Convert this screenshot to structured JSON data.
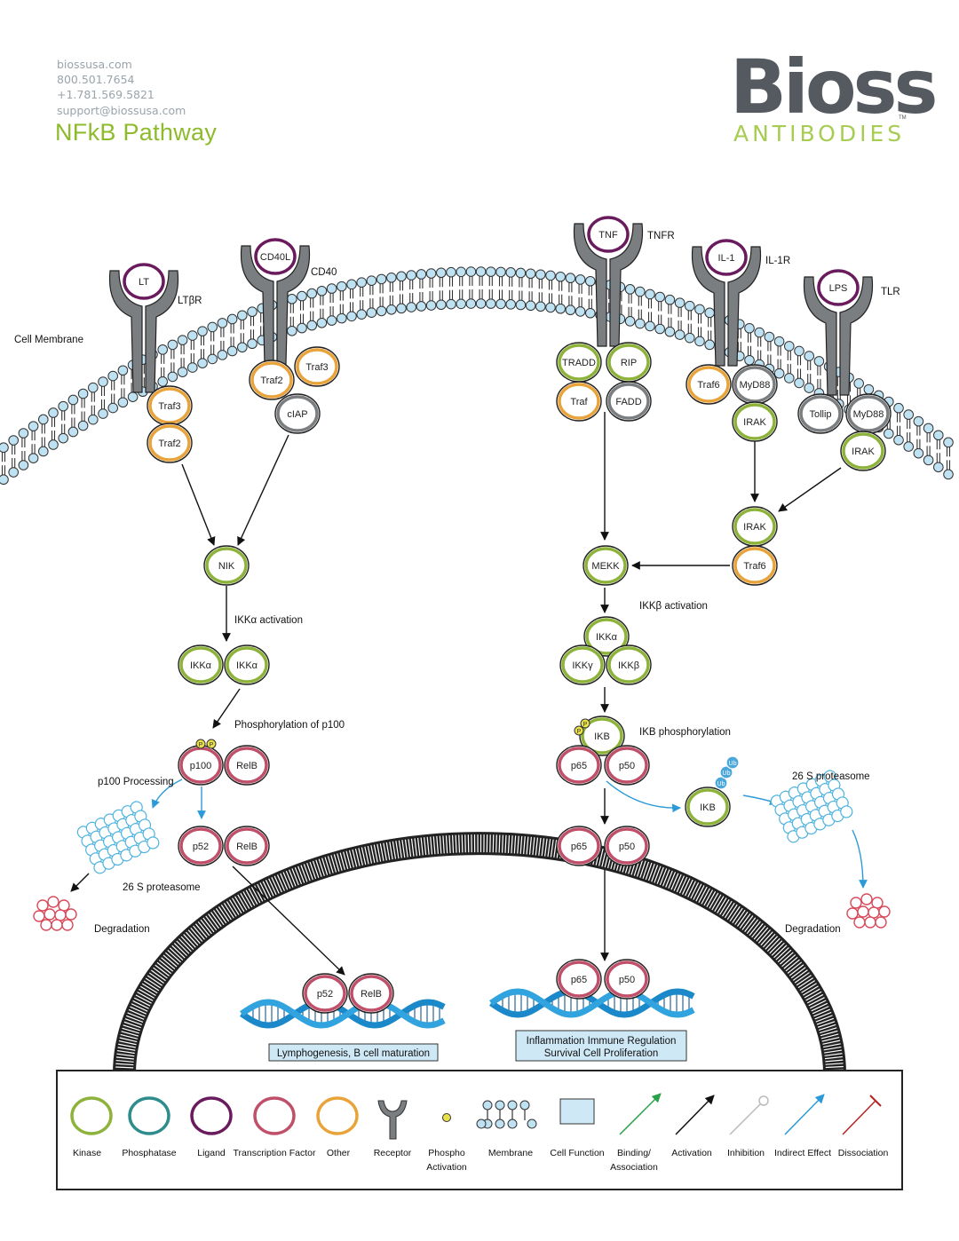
{
  "header": {
    "website": "biossusa.com",
    "phone1": "800.501.7654",
    "phone2": "+1.781.569.5821",
    "email": "support@biossusa.com",
    "title": "NFkB Pathway",
    "logo_main": "Bioss",
    "logo_sub": "ANTIBODIES",
    "logo_tm": "TM"
  },
  "colors": {
    "kinase": "#8db33a",
    "phosphatase": "#2e8c8c",
    "ligand": "#6a1b5e",
    "transcription_factor": "#c0506a",
    "other": "#e8a33a",
    "receptor": "#7b7e80",
    "membrane": "#bfe2f3",
    "activation": "#111111",
    "indirect": "#2b9ad8",
    "inhibition": "#bbbbbb",
    "binding": "#2aa24a",
    "dissociation": "#b32424"
  },
  "nodes": {
    "lt": "LT",
    "ltbr": "LTβR",
    "cd40l": "CD40L",
    "cd40": "CD40",
    "tnf": "TNF",
    "tnfr": "TNFR",
    "il1": "IL-1",
    "il1r": "IL-1R",
    "lps": "LPS",
    "tlr": "TLR",
    "traf3_a": "Traf3",
    "traf2_a": "Traf2",
    "traf2_b": "Traf2",
    "traf3_b": "Traf3",
    "ciap": "cIAP",
    "tradd": "TRADD",
    "rip": "RIP",
    "traf": "Traf",
    "fadd": "FADD",
    "traf6_a": "Traf6",
    "myd88_a": "MyD88",
    "irak_a": "IRAK",
    "tollip": "Tollip",
    "myd88_b": "MyD88",
    "irak_b": "IRAK",
    "irak_c": "IRAK",
    "traf6_c": "Traf6",
    "nik": "NIK",
    "mekk": "MEKK",
    "ikka_1": "IKKα",
    "ikka_2": "IKKα",
    "ikka_3": "IKKα",
    "ikkg": "IKKγ",
    "ikkb": "IKKβ",
    "p100": "p100",
    "relb_1": "RelB",
    "p52_1": "p52",
    "relb_2": "RelB",
    "p52_2": "p52",
    "relb_3": "RelB",
    "ikb_1": "IKB",
    "p65_1": "p65",
    "p50_1": "p50",
    "ikb_2": "IKB",
    "p65_2": "p65",
    "p50_2": "p50",
    "p65_3": "p65",
    "p50_3": "p50",
    "phospho": "P",
    "ub": "Ub"
  },
  "labels": {
    "cell_membrane": "Cell Membrane",
    "ikka_activation": "IKKα activation",
    "ikkb_activation": "IKKβ activation",
    "phos_p100": "Phosphorylation of p100",
    "p100_processing": "p100 Processing",
    "proteasome_left": "26 S proteasome",
    "proteasome_right": "26 S proteasome",
    "degradation_left": "Degradation",
    "degradation_right": "Degradation",
    "ikb_phos": "IKB phosphorylation",
    "func_left": "Lymphogenesis, B cell maturation",
    "func_right_1": "Inflammation Immune Regulation",
    "func_right_2": "Survival Cell Proliferation"
  },
  "legend": {
    "kinase": "Kinase",
    "phosphatase": "Phosphatase",
    "ligand": "Ligand",
    "transcription_factor": "Transcription Factor",
    "other": "Other",
    "receptor": "Receptor",
    "phospho_1": "Phospho",
    "phospho_2": "Activation",
    "membrane": "Membrane",
    "cell_function": "Cell Function",
    "binding_1": "Binding/",
    "binding_2": "Association",
    "activation": "Activation",
    "inhibition": "Inhibition",
    "indirect": "Indirect Effect",
    "dissociation": "Dissociation"
  }
}
